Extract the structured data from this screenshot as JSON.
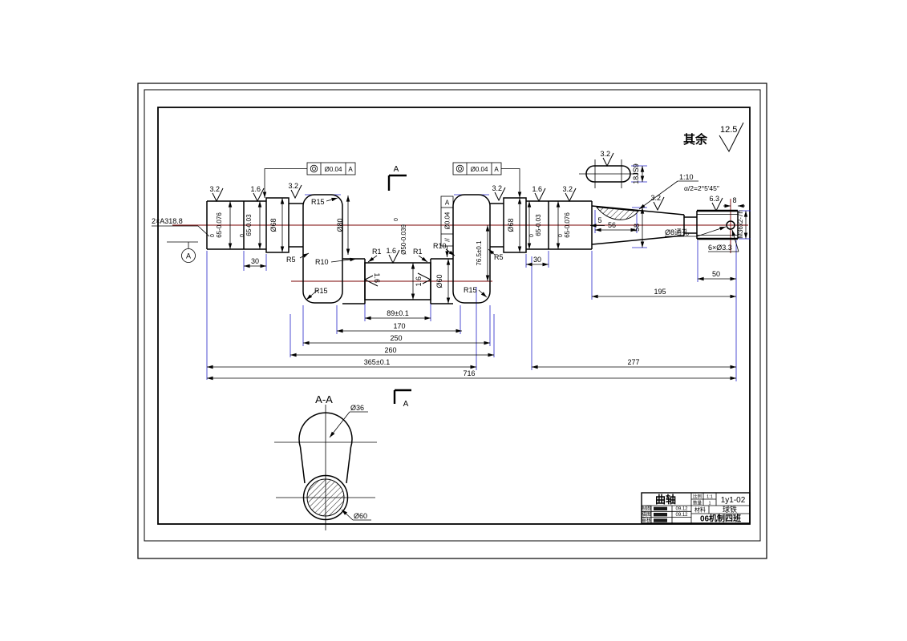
{
  "notes": {
    "rest_label": "其余",
    "rest_value": "12.5",
    "taper": "1:10",
    "taper_angle": "α/2=2°5′45″",
    "center_holes": "2×A318.8",
    "through_hole": "Ø8通孔",
    "small_holes": "6×Ø3.3"
  },
  "finishes": {
    "f32": "3.2",
    "f16": "1.6",
    "f63": "6.3"
  },
  "radii": {
    "r15": "R15",
    "r10": "R10",
    "r5": "R5",
    "r1": "R1"
  },
  "fcf": {
    "concentricity_symbol": "◎",
    "parallelism_symbol": "//",
    "tolerance": "Ø0.04",
    "datum": "A"
  },
  "section": {
    "title": "A-A",
    "cut_label": "A",
    "dia_top": "Ø36",
    "dia_bottom": "Ø60"
  },
  "dims": {
    "d65u": "65-0.076",
    "d65n": "65-0.03",
    "tol_zero": "0",
    "dia68": "Ø68",
    "dia80": "Ø80",
    "dia50": "Ø50-0.039",
    "dia60": "Ø60",
    "throw": "76.5±0.1",
    "len30": "30",
    "pin_len": "89±0.1",
    "len170": "170",
    "len250": "250",
    "len260": "260",
    "len365": "365±0.1",
    "len277": "277",
    "len716": "716",
    "len195": "195",
    "len50": "50",
    "len8": "8",
    "key_offset": "5",
    "key_len": "56",
    "dia58": "58",
    "key_width": "18JS9",
    "thread": "M36x2-7h"
  },
  "title_block": {
    "part_name": "曲轴",
    "drawing_no": "1y1-02",
    "material_label": "材料",
    "material": "球铁",
    "class_name": "06机制四班",
    "scale_label": "比例",
    "scale_value": "1:1",
    "qty_label": "数量",
    "qty_value": "1",
    "rows": [
      {
        "role": "制图",
        "date": "09.12"
      },
      {
        "role": "描图",
        "date": "09.12"
      },
      {
        "role": "审核",
        "date": ""
      }
    ]
  }
}
